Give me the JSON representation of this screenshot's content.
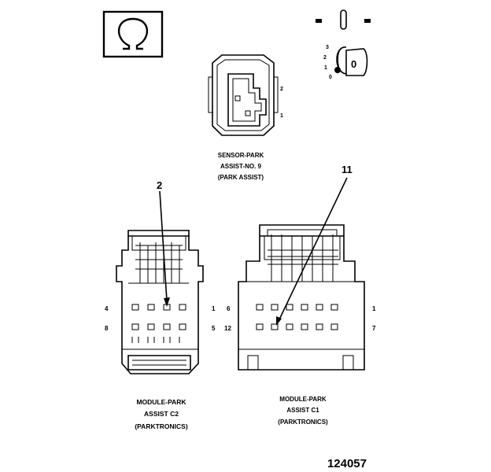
{
  "symbols": {
    "ohmmeter": "ohm-meter-icon",
    "ignition": "ignition-switch-key-icon"
  },
  "ignition": {
    "pos3": "3",
    "pos2": "2",
    "pos1": "1",
    "pos0": "0",
    "key_label": "0"
  },
  "sensor": {
    "pin_top": "2",
    "pin_bottom": "1",
    "caption_line1": "SENSOR-PARK",
    "caption_line2": "ASSIST-NO. 9",
    "caption_line3": "(PARK ASSIST)"
  },
  "module_c2": {
    "pin_tl": "4",
    "pin_bl": "8",
    "pin_tr": "1",
    "pin_br": "5",
    "callout": "2",
    "caption_line1": "MODULE-PARK",
    "caption_line2": "ASSIST C2",
    "caption_line3": "(PARKTRONICS)"
  },
  "module_c1": {
    "pin_tl": "6",
    "pin_bl": "12",
    "pin_tr": "1",
    "pin_br": "7",
    "callout": "11",
    "caption_line1": "MODULE-PARK",
    "caption_line2": "ASSIST C1",
    "caption_line3": "(PARKTRONICS)"
  },
  "figure_number": "124057"
}
